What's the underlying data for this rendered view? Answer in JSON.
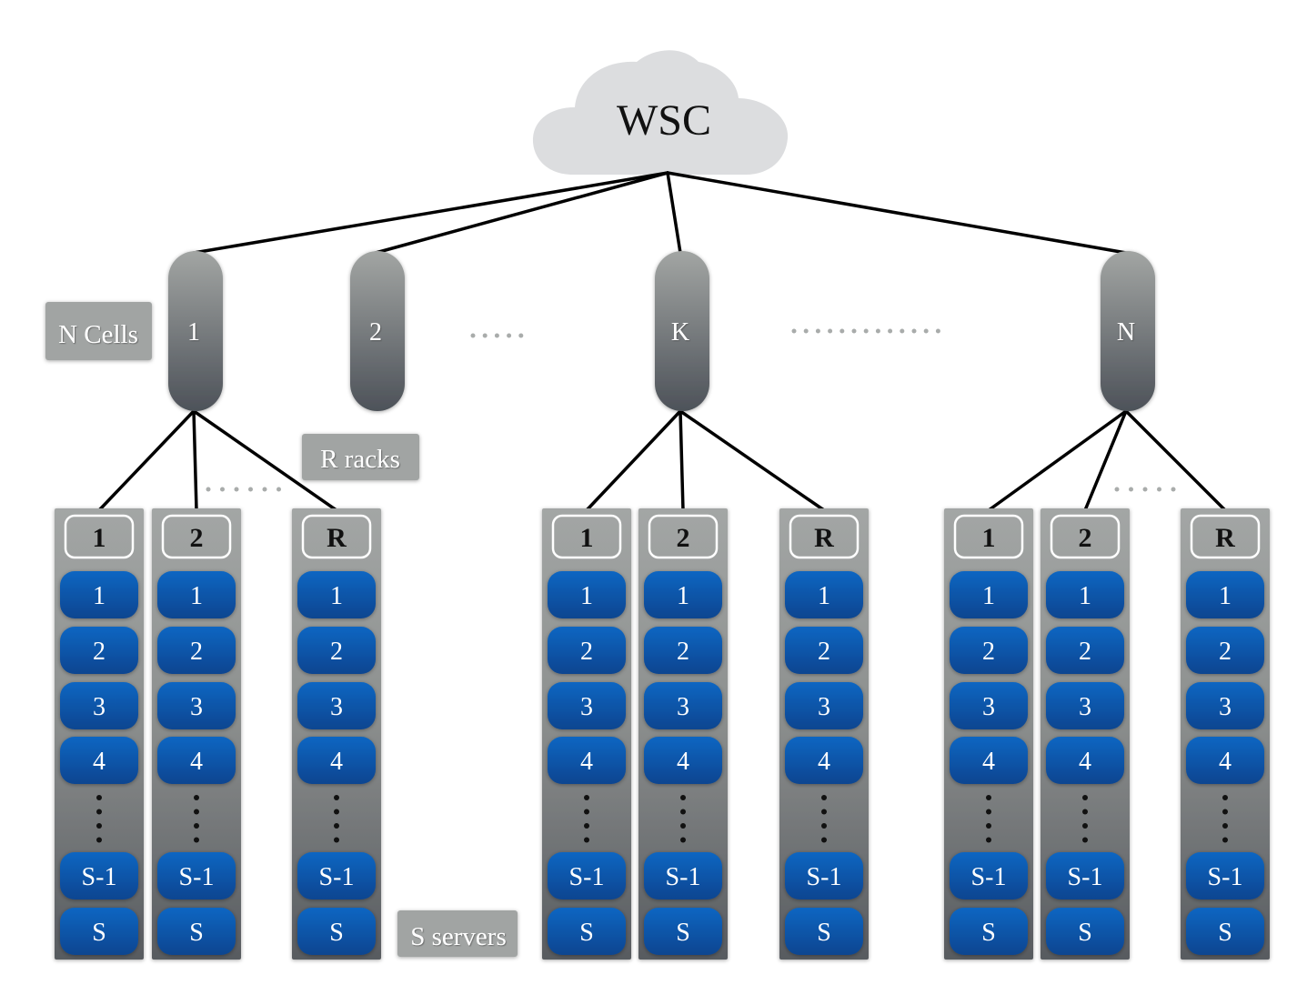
{
  "title": "WSC",
  "labels": {
    "cells": "N Cells",
    "racks": "R racks",
    "servers": "S servers"
  },
  "colors": {
    "cloud": "#dcdddf",
    "cell_top": "#a2a5a3",
    "cell_bottom": "#4d5259",
    "rack_top": "#a3a6a5",
    "rack_bottom": "#5b5e63",
    "server_top": "#0a66c2",
    "server_bottom": "#0d4a96",
    "label_box": "#a1a4a3",
    "dots": "#a9acab",
    "line": "#000000"
  },
  "cells": [
    {
      "label": "1",
      "racks": [
        {
          "label": "1",
          "servers": [
            "1",
            "2",
            "3",
            "4",
            "S-1",
            "S"
          ]
        },
        {
          "label": "2",
          "servers": [
            "1",
            "2",
            "3",
            "4",
            "S-1",
            "S"
          ]
        },
        {
          "label": "R",
          "servers": [
            "1",
            "2",
            "3",
            "4",
            "S-1",
            "S"
          ]
        }
      ]
    },
    {
      "label": "2",
      "racks": []
    },
    {
      "label": "K",
      "racks": [
        {
          "label": "1",
          "servers": [
            "1",
            "2",
            "3",
            "4",
            "S-1",
            "S"
          ]
        },
        {
          "label": "2",
          "servers": [
            "1",
            "2",
            "3",
            "4",
            "S-1",
            "S"
          ]
        },
        {
          "label": "R",
          "servers": [
            "1",
            "2",
            "3",
            "4",
            "S-1",
            "S"
          ]
        }
      ]
    },
    {
      "label": "N",
      "racks": [
        {
          "label": "1",
          "servers": [
            "1",
            "2",
            "3",
            "4",
            "S-1",
            "S"
          ]
        },
        {
          "label": "2",
          "servers": [
            "1",
            "2",
            "3",
            "4",
            "S-1",
            "S"
          ]
        },
        {
          "label": "R",
          "servers": [
            "1",
            "2",
            "3",
            "4",
            "S-1",
            "S"
          ]
        }
      ]
    }
  ]
}
